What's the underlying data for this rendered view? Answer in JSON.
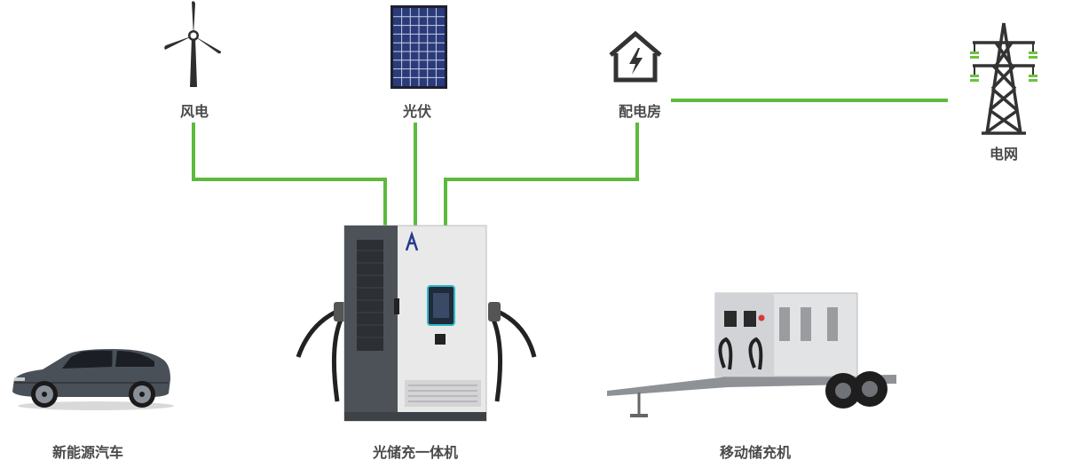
{
  "nodes": {
    "wind": "风电",
    "solar": "光伏",
    "substation": "配电房",
    "grid": "电网",
    "ev": "新能源汽车",
    "charger": "光储充一体机",
    "mobile": "移动储充机"
  },
  "colors": {
    "connector": "#5cba3c",
    "label": "#4a4a4a",
    "icon": "#333333"
  }
}
